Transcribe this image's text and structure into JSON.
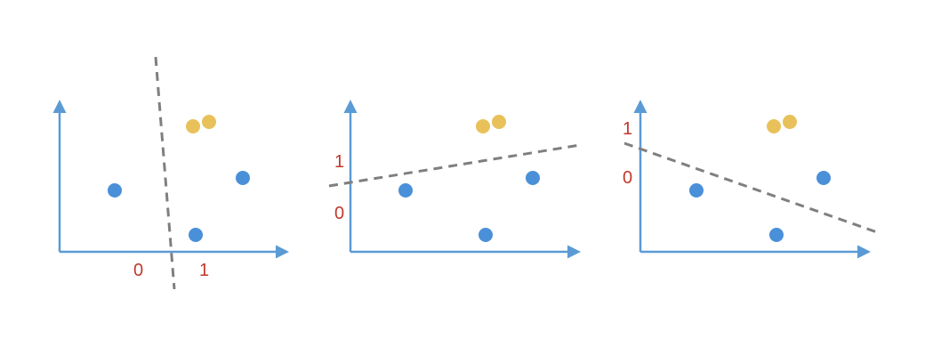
{
  "colors": {
    "axis": "#5b9bd5",
    "blue_point": "#4a90d9",
    "yellow_point": "#e8c15a",
    "divider": "#7f7f7f",
    "label": "#c0392b"
  },
  "panels": [
    {
      "name": "vertical-split",
      "labels": [
        "0",
        "1"
      ]
    },
    {
      "name": "upward-sloping-split",
      "labels": [
        "1",
        "0"
      ]
    },
    {
      "name": "downward-sloping-split",
      "labels": [
        "1",
        "0"
      ]
    }
  ]
}
